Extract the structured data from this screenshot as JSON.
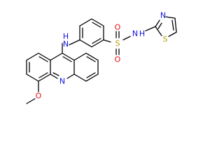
{
  "structure": {
    "labels": {
      "amine_nh": "N",
      "amine_h": "H",
      "acridine_n": "N",
      "methoxy_o": "O",
      "sulfur_s": "S",
      "sulfonyl_o_top": "O",
      "sulfonyl_o_bottom": "O",
      "sulfonamide_n": "N",
      "sulfonamide_h": "H",
      "thiazole_n": "N",
      "thiazole_s": "S"
    },
    "colors": {
      "bond": "#000000",
      "nitrogen": "#1010e0",
      "oxygen": "#e01010",
      "sulfur": "#b8a000",
      "background": "#ffffff"
    }
  }
}
